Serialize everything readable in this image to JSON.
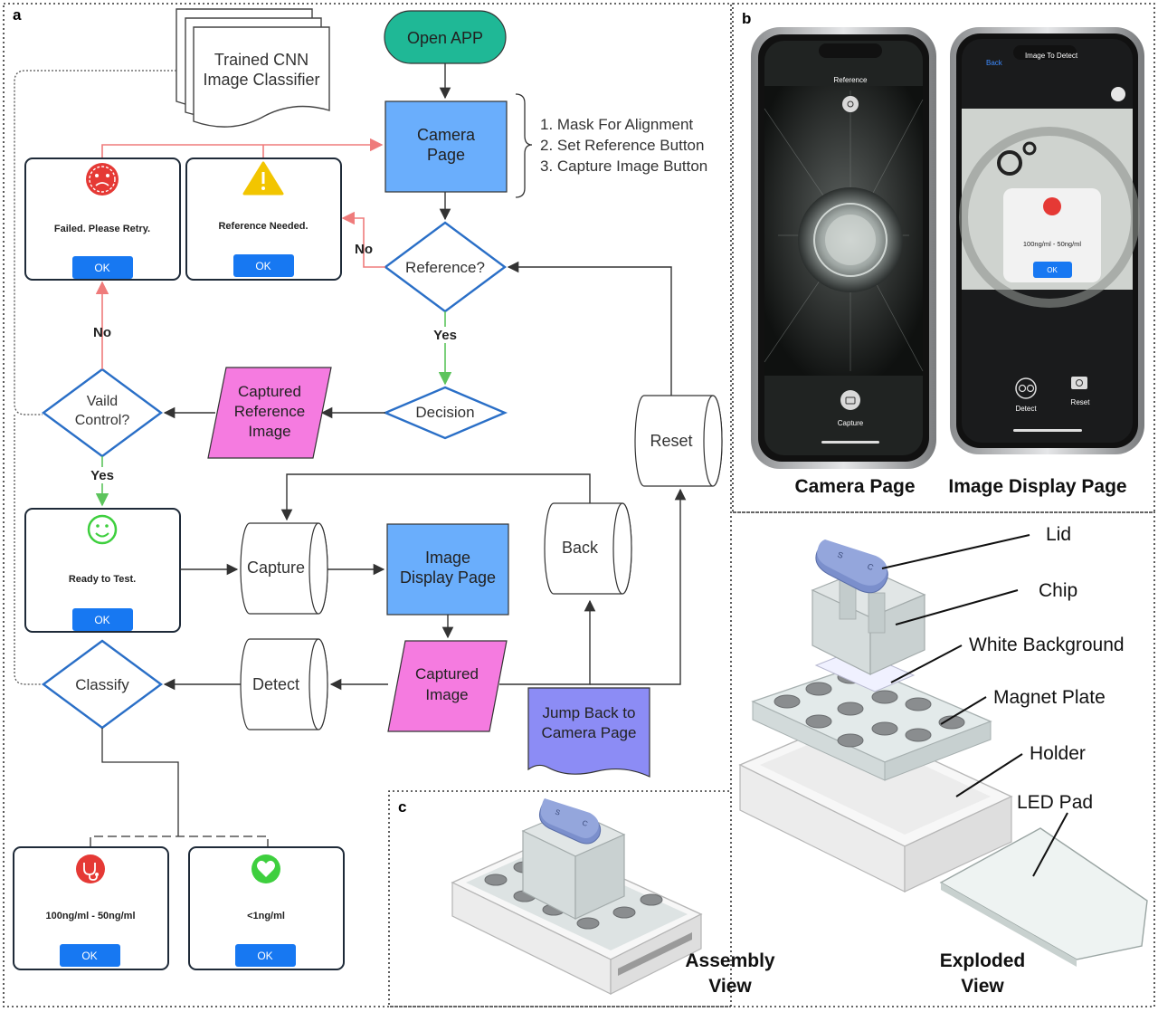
{
  "panel_labels": {
    "a": "a",
    "b": "b",
    "c": "c"
  },
  "flow": {
    "open_app": "Open APP",
    "trained_cnn": [
      "Trained CNN",
      "Image Classifier"
    ],
    "camera_page": [
      "Camera",
      "Page"
    ],
    "camera_notes": [
      "1. Mask For Alignment",
      "2. Set Reference Button",
      "3. Capture Image Button"
    ],
    "reference_q": "Reference?",
    "decision": "Decision",
    "valid_control": [
      "Vaild",
      "Control?"
    ],
    "captured_reference": [
      "Captured",
      "Reference",
      "Image"
    ],
    "capture": "Capture",
    "image_display_page": [
      "Image",
      "Display Page"
    ],
    "back": "Back",
    "reset": "Reset",
    "detect": "Detect",
    "captured_image": [
      "Captured",
      "Image"
    ],
    "jump_back": [
      "Jump Back to",
      "Camera Page"
    ],
    "classify": "Classify",
    "yes_label": "Yes",
    "no_label": "No"
  },
  "dialogs": {
    "failed": {
      "text": "Failed. Please Retry.",
      "button": "OK",
      "icon": "sad-face-icon",
      "color": "#e53935"
    },
    "reference_needed": {
      "text": "Reference Needed.",
      "button": "OK",
      "icon": "warning-icon",
      "color": "#f2c500"
    },
    "ready": {
      "text": "Ready to Test.",
      "button": "OK",
      "icon": "smile-icon",
      "color": "#3ecf3e"
    },
    "positive": {
      "text": "100ng/ml - 50ng/ml",
      "button": "OK",
      "icon": "stethoscope-icon",
      "color": "#e53935"
    },
    "negative": {
      "text": "<1ng/ml",
      "button": "OK",
      "icon": "heart-icon",
      "color": "#3ecf3e"
    }
  },
  "phones": {
    "left": {
      "title": "Reference",
      "capture": "Capture",
      "caption": "Camera Page"
    },
    "right": {
      "back": "Back",
      "title": "Image To Detect",
      "result": "100ng/ml - 50ng/ml",
      "ok": "OK",
      "detect": "Detect",
      "reset": "Reset",
      "caption": "Image Display Page"
    }
  },
  "device": {
    "labels": [
      "Lid",
      "Chip",
      "White Background",
      "Magnet Plate",
      "Holder",
      "LED Pad"
    ],
    "assembly_caption": [
      "Assembly",
      "View"
    ],
    "exploded_caption": [
      "Exploded",
      "View"
    ],
    "lid_letters": [
      "S",
      "C"
    ]
  },
  "colors": {
    "terminal": "#1fb896",
    "process": "#6aaefc",
    "data": "#f57be0",
    "decision_stroke": "#2a6fc7",
    "no_arrow": "#ef7b7b",
    "yes_arrow": "#5cc45c",
    "ok_button": "#1778f2",
    "jump_doc": "#8c8cf5"
  }
}
